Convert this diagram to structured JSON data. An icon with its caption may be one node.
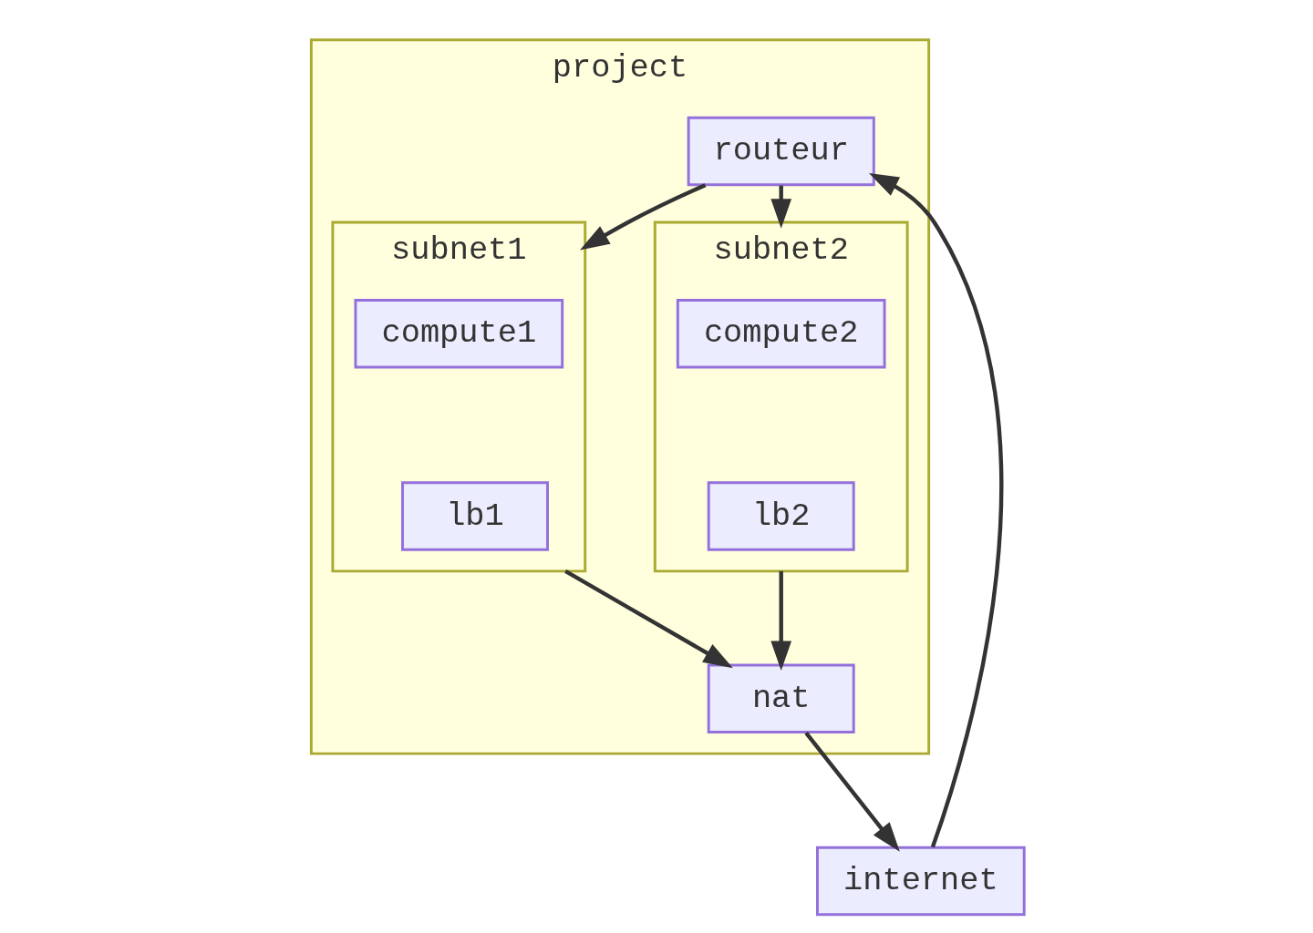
{
  "diagram": {
    "nodes": [
      {
        "text": [
          "project"
        ]
      },
      {
        "text": [
          "routeur"
        ],
        "in": 0
      },
      {
        "text": [
          "subnet1"
        ],
        "in": 0
      },
      {
        "text": [
          "compute1"
        ],
        "in": 2
      },
      {
        "text": [
          "lb1"
        ],
        "in": 2
      },
      {
        "text": [
          "subnet2"
        ],
        "in": 0
      },
      {
        "text": [
          "compute2"
        ],
        "in": 5
      },
      {
        "text": [
          "lb2"
        ],
        "in": 5
      },
      {
        "text": [
          "nat"
        ],
        "in": 0
      },
      {
        "text": [
          "internet"
        ]
      }
    ],
    "edges": [
      {
        "from": 1,
        "to": 2,
        "arrow": "to"
      },
      {
        "from": 1,
        "to": 5,
        "arrow": "to"
      },
      {
        "from": 2,
        "to": 8,
        "arrow": "to"
      },
      {
        "from": 5,
        "to": 8,
        "arrow": "to"
      },
      {
        "from": 8,
        "to": 9,
        "arrow": "to"
      },
      {
        "from": 9,
        "to": 1,
        "arrow": "to"
      }
    ]
  }
}
